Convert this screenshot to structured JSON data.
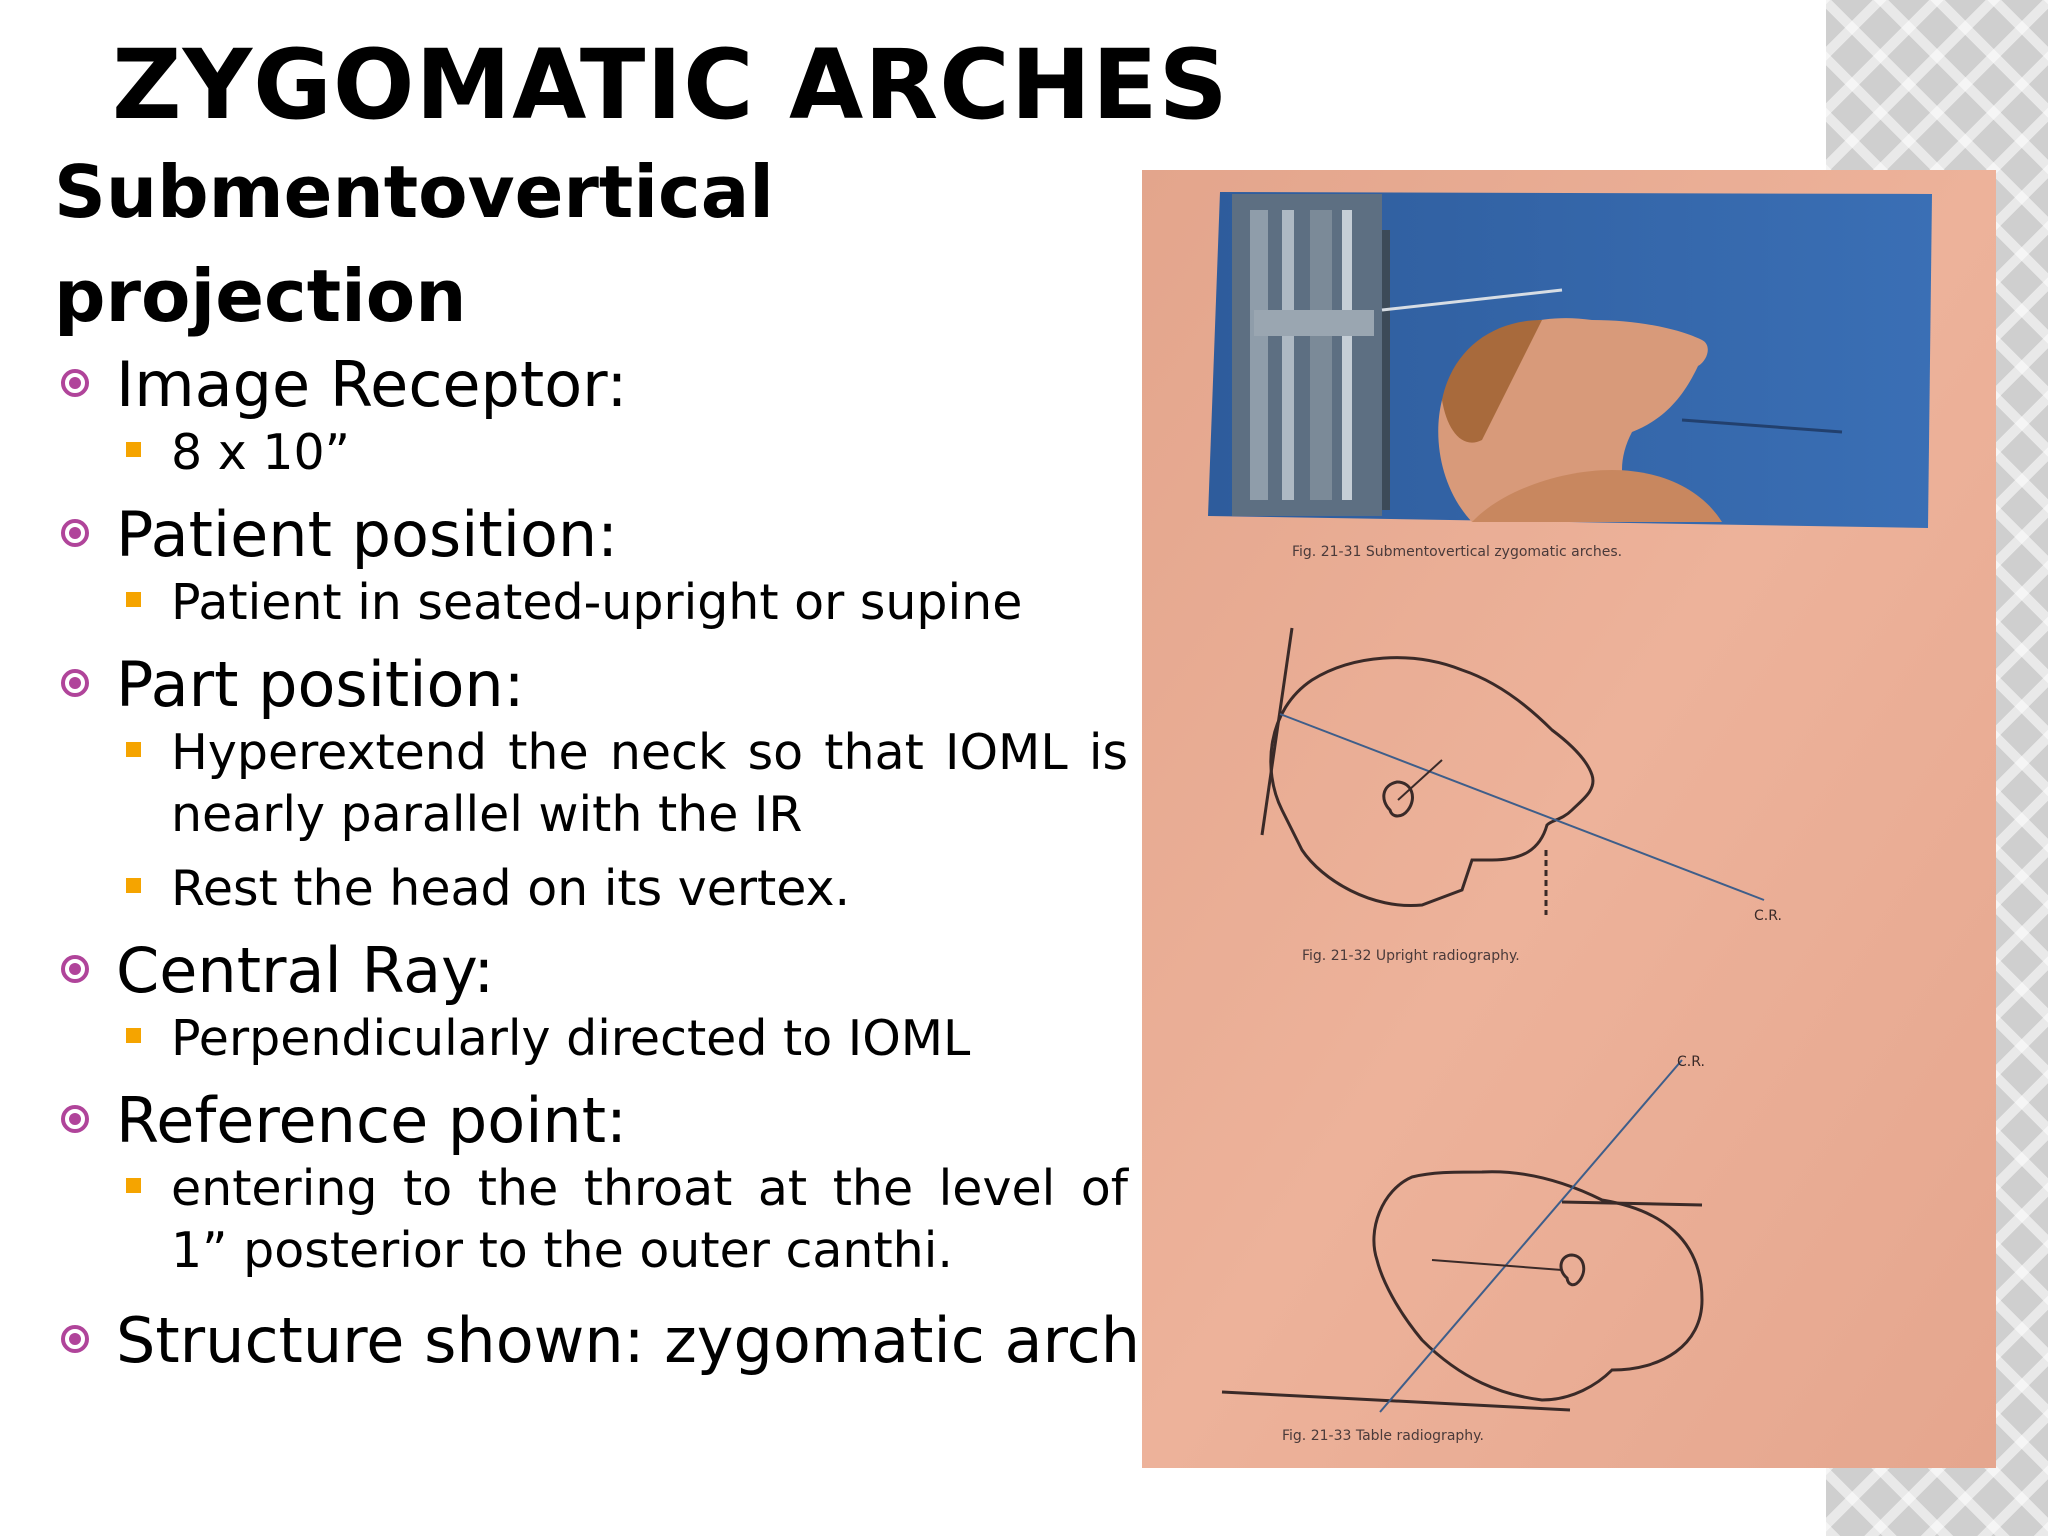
{
  "slide": {
    "title": "ZYGOMATIC ARCHES",
    "subtitle_line1": "Submentovertical",
    "subtitle_line2": "projection",
    "accent_color": "#b0449a",
    "sub_bullet_color": "#f5a400",
    "sections": [
      {
        "heading": "Image Receptor:",
        "items": [
          " 8 x 10”"
        ]
      },
      {
        "heading": "Patient position:",
        "items": [
          "Patient in seated-upright or supine"
        ]
      },
      {
        "heading": "Part position:",
        "items": [
          "Hyperextend the neck so that IOML is nearly parallel with the IR",
          "Rest the head on its vertex."
        ]
      },
      {
        "heading": "Central Ray:",
        "items": [
          "Perpendicularly directed to IOML"
        ]
      },
      {
        "heading": "Reference point:",
        "items": [
          "entering to the throat at the level of 1” posterior to the outer canthi."
        ]
      },
      {
        "heading": "Structure shown: zygomatic arch",
        "items": []
      }
    ]
  },
  "figure": {
    "caption_1": "Fig. 21-31  Submentovertical zygomatic arches.",
    "caption_2": "Fig. 21-32  Upright radiography.",
    "caption_3": "Fig. 21-33  Table radiography.",
    "cr_label_1": "C.R.",
    "cr_label_2": "C.R."
  }
}
